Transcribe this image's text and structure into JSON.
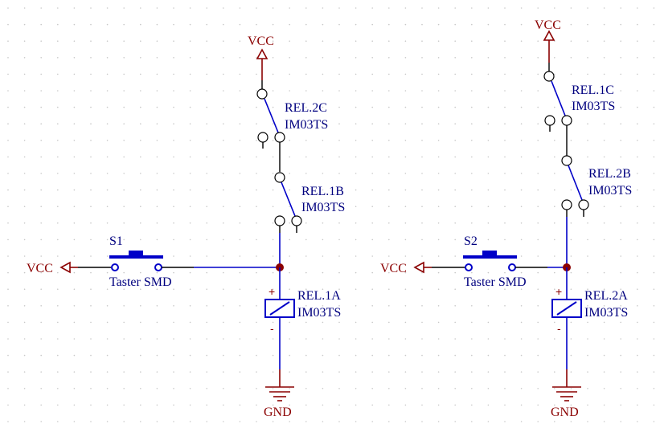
{
  "colors": {
    "wire": "#0000c8",
    "power": "#8b0000",
    "label": "#00007f",
    "grid": "#c8c8c8",
    "background": "#ffffff"
  },
  "left_circuit": {
    "top_power": "VCC",
    "contact_upper": {
      "ref": "REL.2C",
      "part": "IM03TS"
    },
    "contact_lower": {
      "ref": "REL.1B",
      "part": "IM03TS"
    },
    "switch": {
      "ref": "S1",
      "part": "Taster SMD"
    },
    "side_power": "VCC",
    "coil": {
      "ref": "REL.1A",
      "part": "IM03TS",
      "plus": "+",
      "minus": "-"
    },
    "ground": "GND"
  },
  "right_circuit": {
    "top_power": "VCC",
    "contact_upper": {
      "ref": "REL.1C",
      "part": "IM03TS"
    },
    "contact_lower": {
      "ref": "REL.2B",
      "part": "IM03TS"
    },
    "switch": {
      "ref": "S2",
      "part": "Taster SMD"
    },
    "side_power": "VCC",
    "coil": {
      "ref": "REL.2A",
      "part": "IM03TS",
      "plus": "+",
      "minus": "-"
    },
    "ground": "GND"
  }
}
